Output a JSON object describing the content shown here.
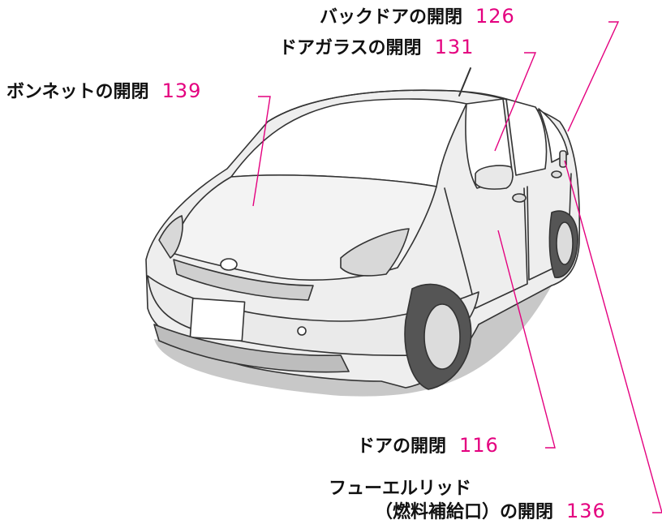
{
  "diagram": {
    "leader_color": "#e4007f",
    "text_color": "#111111",
    "callouts": [
      {
        "id": "back-door",
        "label": "バックドアの開閉",
        "page": "126"
      },
      {
        "id": "door-glass",
        "label": "ドアガラスの開閉",
        "page": "131"
      },
      {
        "id": "bonnet",
        "label": "ボンネットの開閉",
        "page": "139"
      },
      {
        "id": "door",
        "label": "ドアの開閉",
        "page": "116"
      },
      {
        "id": "fuel-lid",
        "label_line1": "フューエルリッド",
        "label_line2": "（燃料補給口）の開閉",
        "page": "136"
      }
    ]
  }
}
